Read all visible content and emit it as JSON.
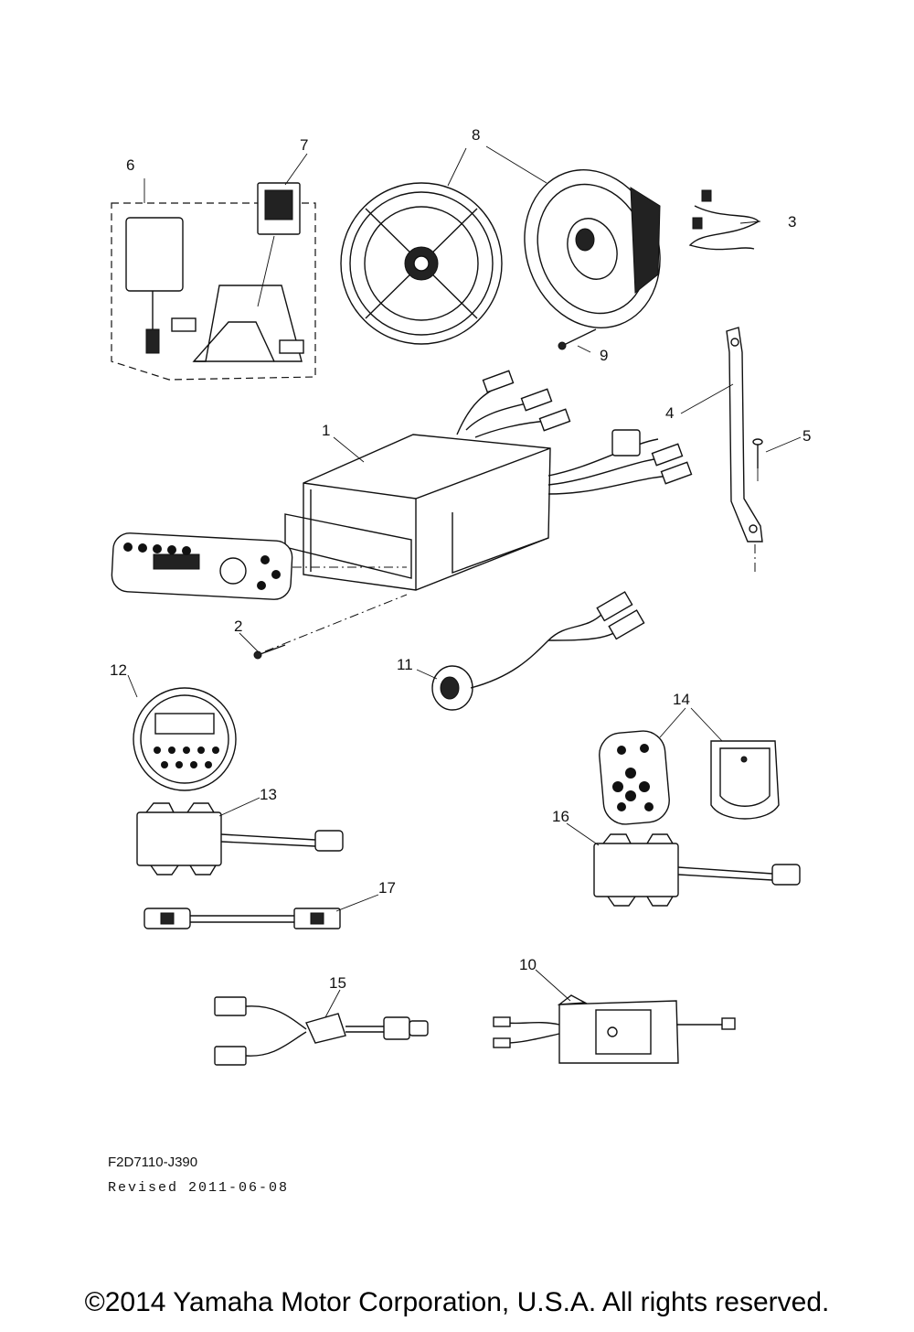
{
  "callouts": [
    "1",
    "2",
    "3",
    "4",
    "5",
    "6",
    "7",
    "8",
    "9",
    "10",
    "11",
    "12",
    "13",
    "14",
    "15",
    "16",
    "17"
  ],
  "footer": {
    "part_code": "F2D7110-J390",
    "revised": "Revised 2011-06-08",
    "copyright": "©2014 Yamaha Motor Corporation, U.S.A. All rights reserved."
  }
}
